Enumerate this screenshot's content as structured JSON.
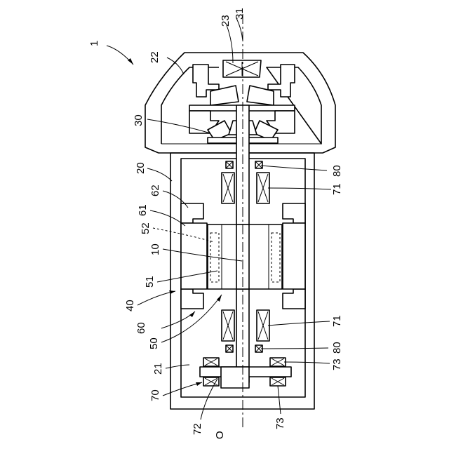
{
  "labels": {
    "assembly": "1",
    "stator": "10",
    "housing": "20",
    "bottom_housing": "21",
    "head_housing": "22",
    "impeller": "23",
    "rotor_disk": "30",
    "shaft": "31",
    "core_housing": "40",
    "bearing_assembly": "50",
    "coil": "51",
    "coil_dashed": "52",
    "frame": "60",
    "magnet": "61",
    "top_block": "62",
    "lower_bearing": "70",
    "bearing_upper": "71",
    "bearing_lower": "71",
    "lower_disk": "72",
    "upper_disk_bearing": "73",
    "lower_disk_bearing": "73",
    "seal_upper": "80",
    "seal_lower": "80",
    "axis_o": "O"
  }
}
